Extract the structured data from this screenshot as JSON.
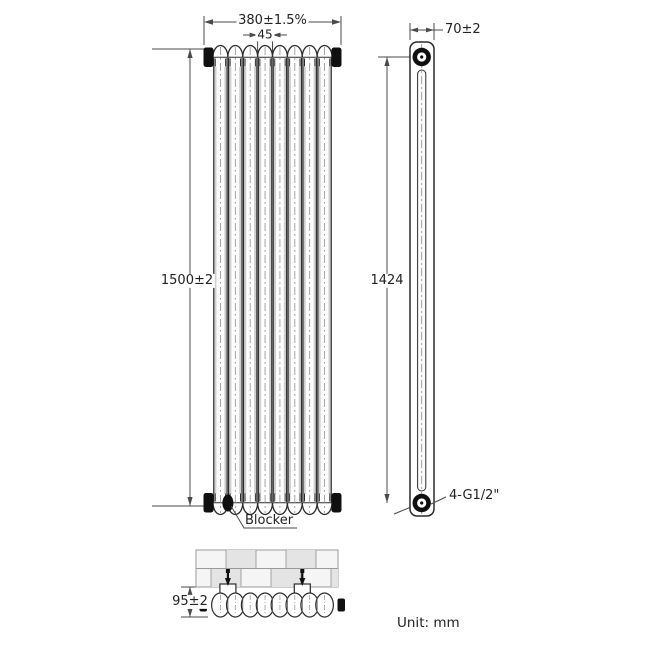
{
  "meta": {
    "unit_label": "Unit: mm"
  },
  "front_view": {
    "columns": 8,
    "dim_width": "380±1.5%",
    "dim_pitch": "45",
    "dim_height": "1500±2",
    "blocker_label": "Blocker"
  },
  "side_view": {
    "dim_depth": "70±2",
    "dim_port_distance": "1424",
    "connection_label": "4-G1/2\""
  },
  "plan_view": {
    "columns": 8,
    "dim_wall_distance": "95±2"
  },
  "colors": {
    "line": "#2b2b2b",
    "dim": "#4a4a4a",
    "centerline": "#8f8f8f",
    "shade": "#cfcfcf",
    "plug": "#101010",
    "wall_fill": "#f5f5f5",
    "wall_brick": "#e4e4e4",
    "wall_line": "#9a9a9a"
  }
}
